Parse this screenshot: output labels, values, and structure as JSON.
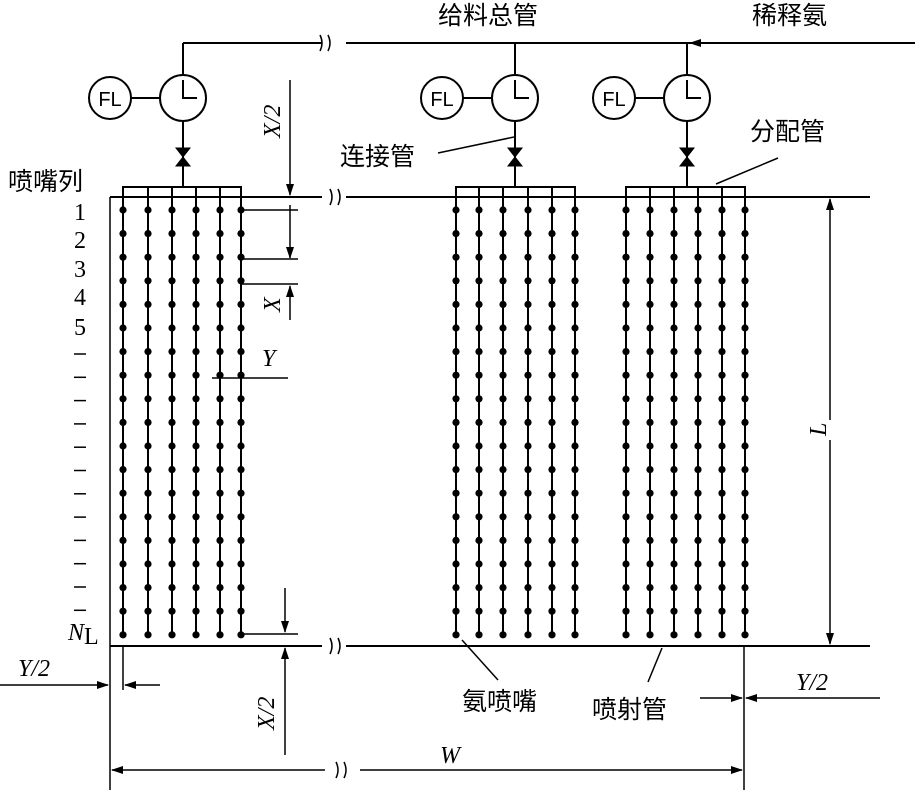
{
  "labels": {
    "feed_header": "给料总管",
    "dilute_ammonia": "稀释氨",
    "connecting_pipe": "连接管",
    "distribution_pipe": "分配管",
    "nozzle_column": "喷嘴列",
    "ammonia_nozzle": "氨喷嘴",
    "injection_pipe": "喷射管"
  },
  "flow_indicator": "FL",
  "row_numbers": [
    "1",
    "2",
    "3",
    "4",
    "5"
  ],
  "last_row": {
    "main": "N",
    "sub": "L"
  },
  "dims": {
    "x_half_top": "X/2",
    "x": "X",
    "y": "Y",
    "l": "L",
    "y_half_left": "Y/2",
    "y_half_right": "Y/2",
    "x_half_bottom": "X/2",
    "w": "W"
  }
}
